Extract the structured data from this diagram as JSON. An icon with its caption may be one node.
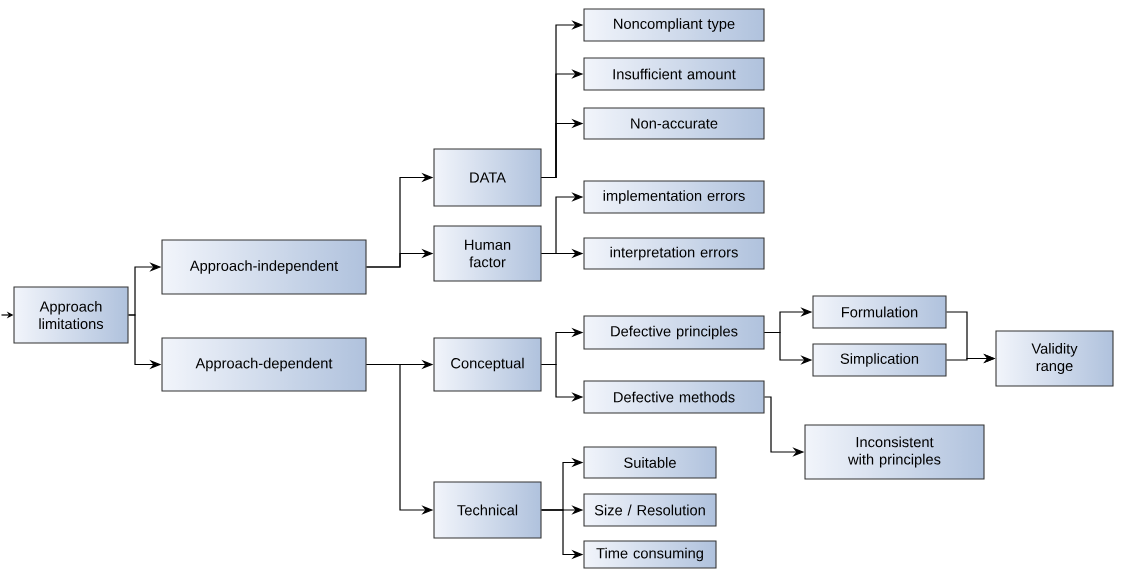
{
  "diagram": {
    "nodes": [
      {
        "text": [
          "Approach limitations"
        ]
      },
      {
        "text": [
          "Approach-independent"
        ]
      },
      {
        "text": [
          "Approach-dependent"
        ]
      },
      {
        "text": [
          "DATA"
        ]
      },
      {
        "text": [
          "Human factor"
        ]
      },
      {
        "text": [
          "Conceptual"
        ]
      },
      {
        "text": [
          "Technical"
        ]
      },
      {
        "text": [
          "Noncompliant type"
        ]
      },
      {
        "text": [
          "Insufficient amount"
        ]
      },
      {
        "text": [
          "Non-accurate"
        ]
      },
      {
        "text": [
          "implementation errors"
        ]
      },
      {
        "text": [
          "interpretation errors"
        ]
      },
      {
        "text": [
          "Defective principles"
        ]
      },
      {
        "text": [
          "Defective methods"
        ]
      },
      {
        "text": [
          "Formulation"
        ]
      },
      {
        "text": [
          "Simplication"
        ]
      },
      {
        "text": [
          "Validity range"
        ]
      },
      {
        "text": [
          "Inconsistent with principles"
        ]
      },
      {
        "text": [
          "Suitable"
        ]
      },
      {
        "text": [
          "Size / Resolution"
        ]
      },
      {
        "text": [
          "Time consuming"
        ]
      }
    ],
    "edges": [
      {
        "from": null,
        "to": 0,
        "arrow": "to"
      },
      {
        "from": 0,
        "to": 1,
        "arrow": "to"
      },
      {
        "from": 0,
        "to": 2,
        "arrow": "to"
      },
      {
        "from": 1,
        "to": 3,
        "arrow": "to"
      },
      {
        "from": 1,
        "to": 4,
        "arrow": "to"
      },
      {
        "from": 2,
        "to": 5,
        "arrow": "to"
      },
      {
        "from": 2,
        "to": 6,
        "arrow": "to"
      },
      {
        "from": 3,
        "to": 7,
        "arrow": "to"
      },
      {
        "from": 3,
        "to": 8,
        "arrow": "to"
      },
      {
        "from": 3,
        "to": 9,
        "arrow": "to"
      },
      {
        "from": 4,
        "to": 10,
        "arrow": "to"
      },
      {
        "from": 4,
        "to": 11,
        "arrow": "to"
      },
      {
        "from": 5,
        "to": 12,
        "arrow": "to"
      },
      {
        "from": 5,
        "to": 13,
        "arrow": "to"
      },
      {
        "from": 6,
        "to": 18,
        "arrow": "to"
      },
      {
        "from": 6,
        "to": 19,
        "arrow": "to"
      },
      {
        "from": 6,
        "to": 20,
        "arrow": "to"
      },
      {
        "from": 12,
        "to": 14,
        "arrow": "to"
      },
      {
        "from": 12,
        "to": 15,
        "arrow": "to"
      },
      {
        "from": 13,
        "to": 17,
        "arrow": "to"
      },
      {
        "from": 14,
        "to": 16,
        "arrow": "to"
      },
      {
        "from": 15,
        "to": 16,
        "arrow": "to"
      }
    ]
  }
}
